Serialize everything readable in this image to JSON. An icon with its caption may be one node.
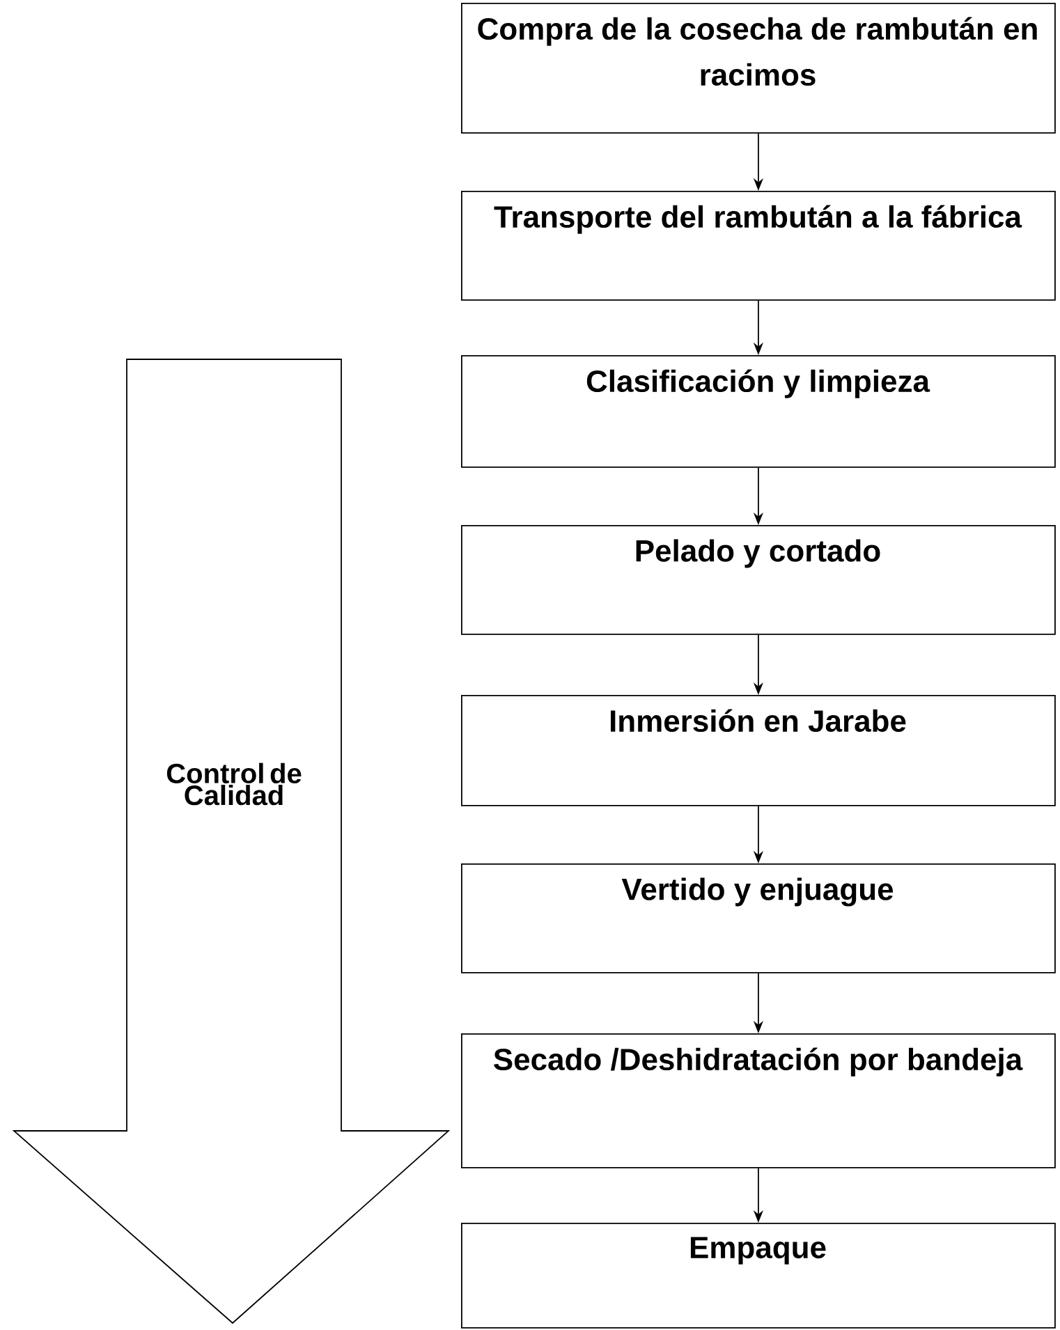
{
  "diagram": {
    "nodes": [
      {
        "text": [
          "Control de Calidad"
        ]
      },
      {
        "text": [
          "Compra de la cosecha de rambután en racimos"
        ]
      },
      {
        "text": [
          "Transporte del rambután a la fábrica"
        ]
      },
      {
        "text": [
          "Clasificación y limpieza"
        ]
      },
      {
        "text": [
          "Pelado y cortado"
        ]
      },
      {
        "text": [
          "Inmersión en Jarabe"
        ]
      },
      {
        "text": [
          "Vertido y enjuague"
        ]
      },
      {
        "text": [
          "Secado /Deshidratación por bandeja"
        ]
      },
      {
        "text": [
          "Empaque"
        ]
      }
    ],
    "edges": [
      {
        "from": 1,
        "to": 2,
        "arrow": "to"
      },
      {
        "from": 2,
        "to": 3,
        "arrow": "to"
      },
      {
        "from": 3,
        "to": 4,
        "arrow": "to"
      },
      {
        "from": 4,
        "to": 5,
        "arrow": "to"
      },
      {
        "from": 5,
        "to": 6,
        "arrow": "to"
      },
      {
        "from": 6,
        "to": 7,
        "arrow": "to"
      },
      {
        "from": 7,
        "to": 8,
        "arrow": "to"
      }
    ]
  }
}
